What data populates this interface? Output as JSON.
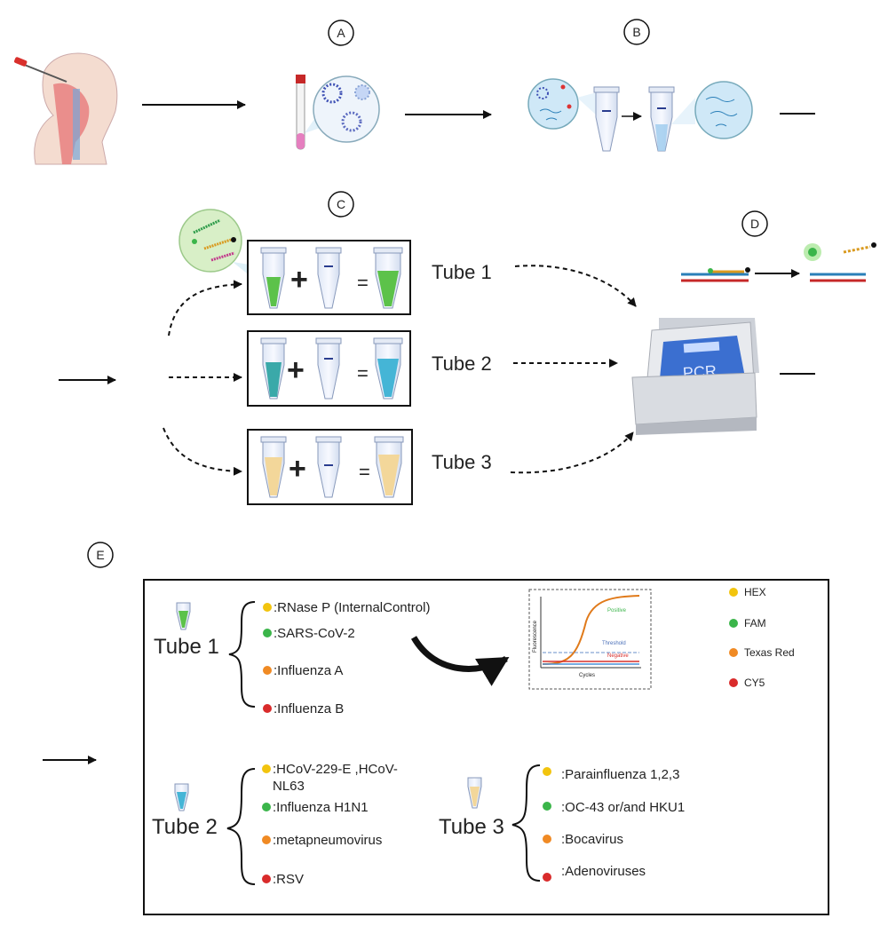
{
  "steps": {
    "a": "A",
    "b": "B",
    "c": "C",
    "d": "D",
    "e": "E"
  },
  "reaction_tubes": [
    {
      "label": "Tube 1",
      "color": "#5cc24a"
    },
    {
      "label": "Tube 2",
      "color": "#45b5d6"
    },
    {
      "label": "Tube 3",
      "color": "#f3d79a"
    }
  ],
  "pcr_label": "PCR",
  "plus": "+",
  "equals": "=",
  "panel": {
    "tube1": {
      "label": "Tube 1",
      "targets": [
        {
          "text": ":RNase P (InternalControl)",
          "dye_color": "#f2c40e"
        },
        {
          "text": ":SARS-CoV-2",
          "dye_color": "#3bb54a"
        },
        {
          "text": ":Influenza A",
          "dye_color": "#f08a24"
        },
        {
          "text": ":Influenza B",
          "dye_color": "#d92b2b"
        }
      ]
    },
    "tube2": {
      "label": "Tube 2",
      "targets": [
        {
          "text": ":HCoV-229-E ,HCoV-",
          "dye_color": "#f2c40e"
        },
        {
          "text": "NL63",
          "dye_color": ""
        },
        {
          "text": ":Influenza H1N1",
          "dye_color": "#3bb54a"
        },
        {
          "text": ":metapneumovirus",
          "dye_color": "#f08a24"
        },
        {
          "text": ":RSV",
          "dye_color": "#d92b2b"
        }
      ]
    },
    "tube3": {
      "label": "Tube 3",
      "targets": [
        {
          "text": ":Parainfluenza 1,2,3",
          "dye_color": "#f2c40e"
        },
        {
          "text": ":OC-43 or/and HKU1",
          "dye_color": "#3bb54a"
        },
        {
          "text": ":Bocavirus",
          "dye_color": "#f08a24"
        },
        {
          "text": ":Adenoviruses",
          "dye_color": "#d92b2b"
        }
      ]
    },
    "dye_legend": [
      {
        "name": "HEX",
        "color": "#f2c40e"
      },
      {
        "name": "FAM",
        "color": "#3bb54a"
      },
      {
        "name": "Texas Red",
        "color": "#f08a24"
      },
      {
        "name": "CY5",
        "color": "#d92b2b"
      }
    ],
    "curve_plot": {
      "positive": "Positive",
      "threshold": "Threshold",
      "negative": "Negative",
      "x_axis": "Cycles",
      "y_axis": "Fluorescence"
    }
  }
}
